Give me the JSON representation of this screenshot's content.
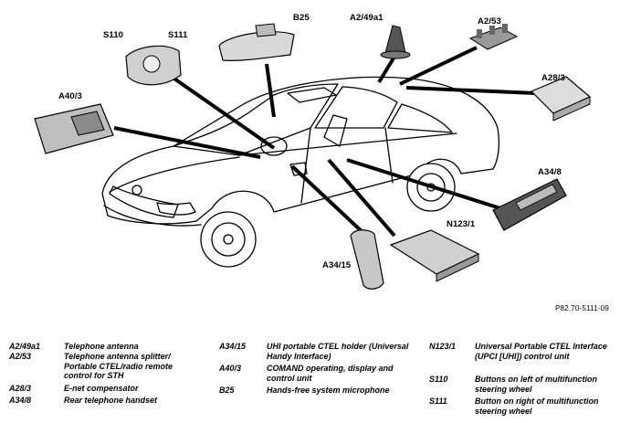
{
  "callouts": {
    "b25": "B25",
    "a2_49a1": "A2/49a1",
    "a2_53": "A2/53",
    "s110": "S110",
    "s111": "S111",
    "a40_3": "A40/3",
    "a28_3": "A28/3",
    "a34_8": "A34/8",
    "n123_1": "N123/1",
    "a34_15": "A34/15"
  },
  "reference": "P82.70-5111-09",
  "legend": [
    [
      {
        "code": "A2/49a1",
        "desc": "Telephone antenna"
      },
      {
        "code": "A2/53",
        "desc": "Telephone antenna splitter/ Portable CTEL/radio remote control for STH"
      },
      {
        "code": "A28/3",
        "desc": "E-net compensator"
      },
      {
        "code": "A34/8",
        "desc": "Rear telephone handset"
      }
    ],
    [
      {
        "code": "A34/15",
        "desc": "UHI portable CTEL holder (Universal Handy Interface)"
      },
      {
        "code": "A40/3",
        "desc": "COMAND operating, display and control unit"
      },
      {
        "code": "B25",
        "desc": "Hands-free system microphone"
      }
    ],
    [
      {
        "code": "N123/1",
        "desc": "Universal Portable CTEL Interface (UPCI [UHI]) control unit"
      },
      {
        "code": "S110",
        "desc": "Buttons on left of multifunction steering wheel"
      },
      {
        "code": "S111",
        "desc": "Button on right of multifunction steering wheel"
      }
    ]
  ]
}
